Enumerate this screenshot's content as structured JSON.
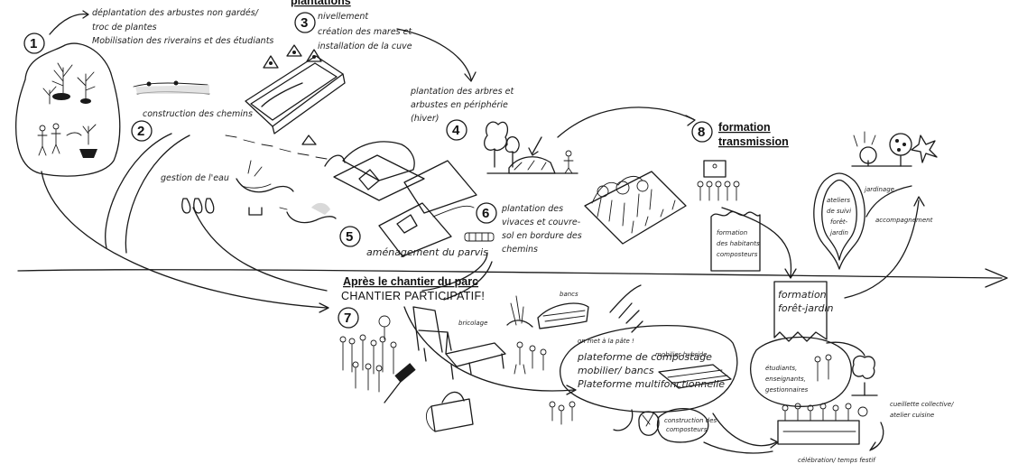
{
  "title_partial": "plantations",
  "steps": [
    {
      "num": "1",
      "lines": [
        "déplantation des arbustes non gardés/",
        "troc de plantes",
        "Mobilisation des riverains et des étudiants"
      ]
    },
    {
      "num": "2",
      "lines": [
        "construction des chemins"
      ]
    },
    {
      "num": "3",
      "lines": [
        "nivellement",
        "création des mares et",
        "installation de la cuve"
      ]
    },
    {
      "num": "4",
      "lines": [
        "plantation des arbres et",
        "arbustes en périphérie",
        "(hiver)"
      ]
    },
    {
      "num": "5",
      "lines": [
        "aménagement du parvis"
      ]
    },
    {
      "num": "6",
      "lines": [
        "plantation des",
        "vivaces et couvre-",
        "sol en bordure des",
        "chemins"
      ]
    },
    {
      "num": "7",
      "lines": []
    },
    {
      "num": "8",
      "lines": [
        "formation",
        "transmission"
      ]
    }
  ],
  "water": {
    "label": "gestion de l'eau"
  },
  "after": {
    "heading": "Après le chantier du parc",
    "subheading": "CHANTIER PARTICIPATIF!"
  },
  "bricolage": "bricolage",
  "bancs": "bancs",
  "mains_pate": "on met à la pâte !",
  "mobilier_hybride": "mobilier hybride",
  "platform_lines": [
    "plateforme de compostage",
    "mobilier/ bancs",
    "Plateforme multifonctionnelle"
  ],
  "construction_composteurs": [
    "construction des",
    "composteurs"
  ],
  "formation_habitants": [
    "formation",
    "des habitants",
    "composteurs"
  ],
  "ateliers": [
    "ateliers",
    "de suivi",
    "forêt-",
    "jardin"
  ],
  "jardinage": "jardinage",
  "accompagnement": "accompagnement",
  "formation_foret": [
    "formation",
    "forêt-jardin"
  ],
  "etudiants": [
    "étudiants,",
    "enseignants,",
    "gestionnaires"
  ],
  "cueillette": [
    "cueillette collective/",
    "atelier cuisine"
  ],
  "celebration": "célébration/ temps festif"
}
